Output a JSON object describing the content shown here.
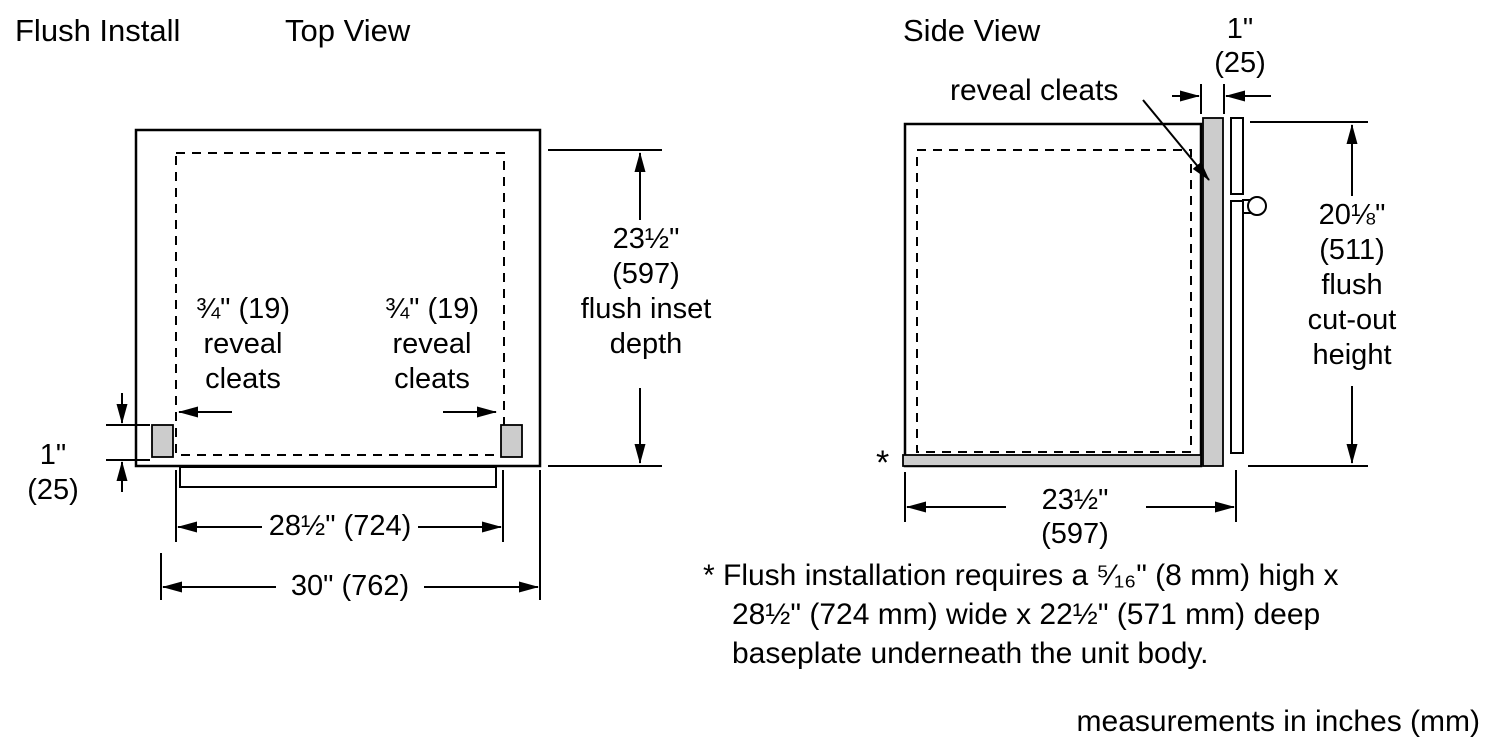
{
  "page": {
    "title": "Flush Install",
    "footnote": "* Flush installation requires a ⁵⁄₁₆\" (8 mm) high x\n28½\" (724 mm) wide x 22½\" (571 mm) deep\nbaseplate underneath the unit body.",
    "units_note": "measurements in inches (mm)"
  },
  "top_view": {
    "label": "Top View",
    "dim_flush_inset_depth": "23½\"\n(597)\nflush inset\ndepth",
    "dim_cleat_depth": "1\"\n(25)",
    "cleat_label_left": "¾\" (19)\nreveal\ncleats",
    "cleat_label_right": "¾\" (19)\nreveal\ncleats",
    "dim_inner_width": "28½\" (724)",
    "dim_outer_width": "30\" (762)"
  },
  "side_view": {
    "label": "Side View",
    "dim_cleat_width": "1\"\n(25)",
    "reveal_cleats_label": "reveal cleats",
    "dim_flush_cutout_height": "20⅛\"\n(511)\nflush\ncut-out\nheight",
    "dim_depth": "23½\"\n(597)",
    "baseplate_marker": "*"
  }
}
